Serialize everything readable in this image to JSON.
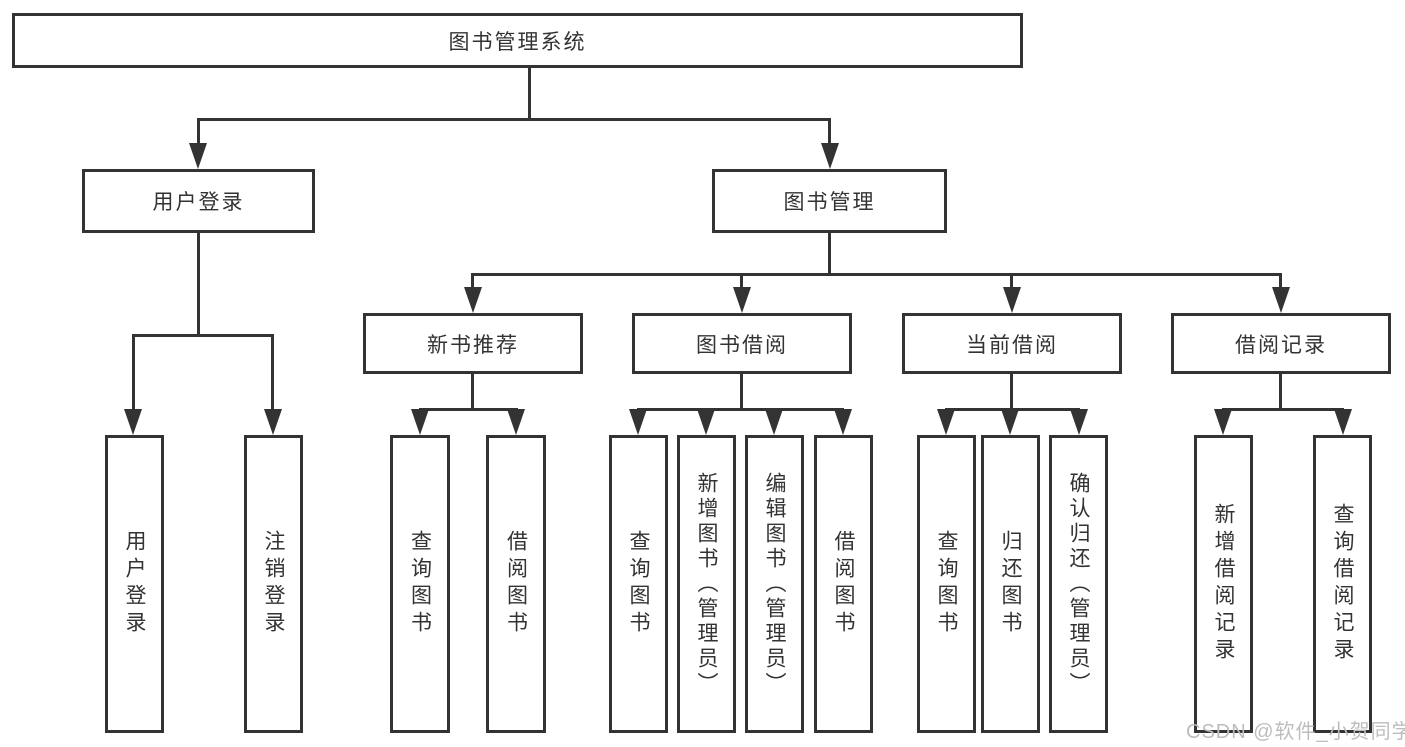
{
  "diagram": {
    "root": "图书管理系统",
    "level2": [
      "用户登录",
      "图书管理"
    ],
    "level3": [
      "新书推荐",
      "图书借阅",
      "当前借阅",
      "借阅记录"
    ],
    "leaves": {
      "login": [
        "用户登录",
        "注销登录"
      ],
      "recommend": [
        "查询图书",
        "借阅图书"
      ],
      "borrow": [
        "查询图书",
        "新增图书（管理员）",
        "编辑图书（管理员）",
        "借阅图书"
      ],
      "current": [
        "查询图书",
        "归还图书",
        "确认归还（管理员）"
      ],
      "record": [
        "新增借阅记录",
        "查询借阅记录"
      ]
    }
  },
  "watermark": "CSDN @软件_小贺同学",
  "colors": {
    "line": "#333333",
    "text": "#333333",
    "background": "#ffffff",
    "watermark": "#bdbdbd"
  }
}
